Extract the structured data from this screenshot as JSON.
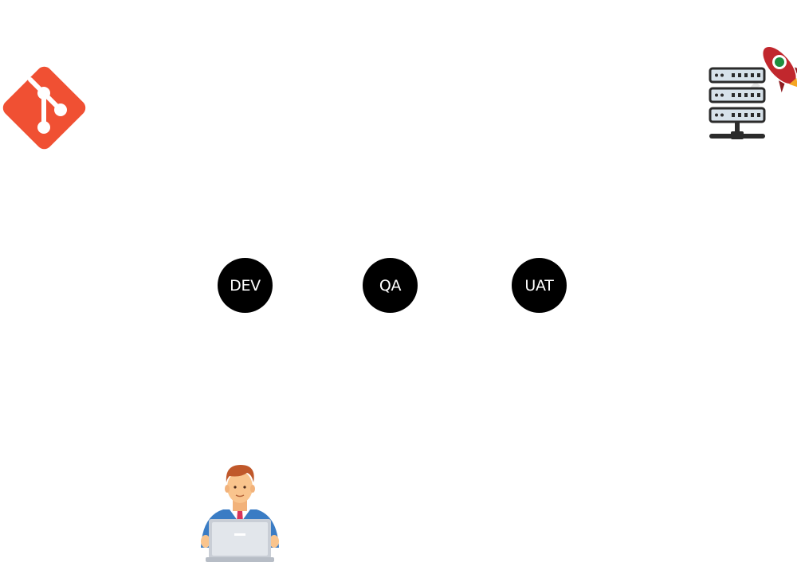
{
  "colors": {
    "git": "#F05033",
    "stage_fill": "#000000",
    "stage_text": "#FFFFFF",
    "rocket": "#C1272D",
    "server": "#D7E2EA"
  },
  "icons": {
    "repository": "git-logo-icon",
    "deployment": "server-rocket-icon",
    "developer": "developer-laptop-icon"
  },
  "stages": [
    {
      "label": "DEV"
    },
    {
      "label": "QA"
    },
    {
      "label": "UAT"
    }
  ]
}
